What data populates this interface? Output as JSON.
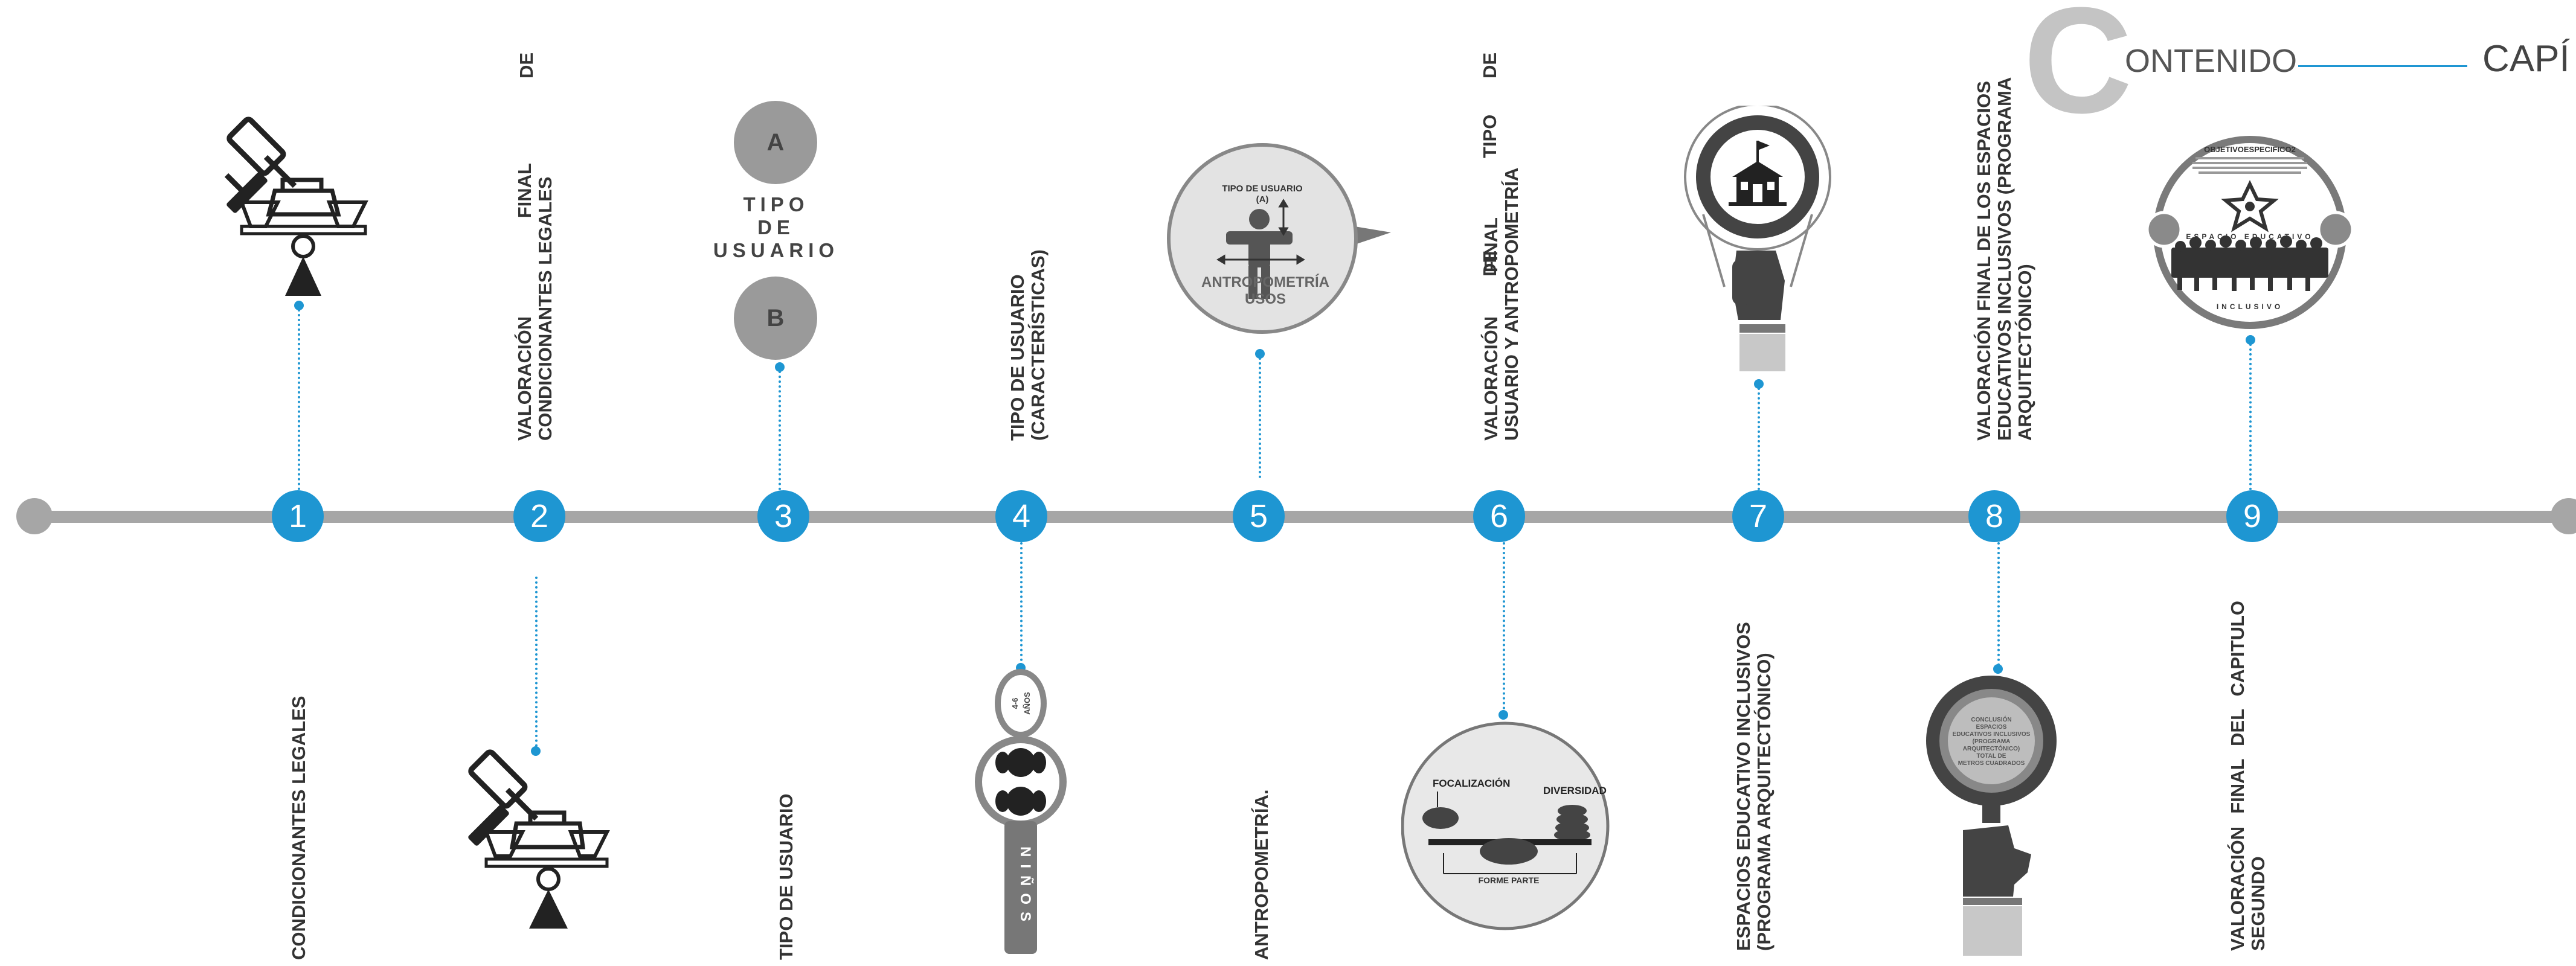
{
  "header": {
    "big_letter": "C",
    "title_rest": "ONTENIDO",
    "chapter": "CAPÍ"
  },
  "timeline": {
    "nodes": [
      "1",
      "2",
      "3",
      "4",
      "5",
      "6",
      "7",
      "8",
      "9"
    ]
  },
  "labels": {
    "n1_bottom": [
      "CONDICIONANTES LEGALES"
    ],
    "n2_top_word": "DE",
    "n2_top": [
      "VALORACIÓN FINAL",
      "CONDICIONANTES LEGALES"
    ],
    "n3_bottom": [
      "TIPO DE USUARIO"
    ],
    "n4_top": [
      "TIPO DE USUARIO",
      "(CARACTERÍSTICAS)"
    ],
    "n5_bottom": [
      "ANTROPOMETRÍA."
    ],
    "n6_top_words": [
      "DE",
      "TIPO",
      "DE"
    ],
    "n6_top": [
      "VALORACIÓN FINAL",
      "USUARIO Y ANTROPOMETRÍA"
    ],
    "n7_bottom": [
      "ESPACIOS EDUCATIVO INCLUSIVOS",
      "(PROGRAMA ARQUITECTÓNICO)"
    ],
    "n8_top": [
      "VALORACIÓN FINAL DE LOS ESPACIOS",
      "EDUCATIVOS INCLUSIVOS (PROGRAMA",
      "ARQUITECTÓNICO)"
    ],
    "n9_bottom": [
      "VALORACIÓN FINAL DEL CAPITULO",
      "SEGUNDO"
    ]
  },
  "icons": {
    "user_type": {
      "a": "A",
      "b": "B",
      "text": [
        "TIPO",
        "DE",
        "USUARIO"
      ]
    },
    "anthropometry": {
      "top": [
        "TIPO DE USUARIO",
        "(A)"
      ],
      "bottom": [
        "ANTROPOMETRÍA",
        "USOS"
      ]
    },
    "children": {
      "age": [
        "4-6",
        "AÑOS"
      ],
      "word": "NIÑOS"
    },
    "balance": {
      "left": "FOCALIZACIÓN",
      "right": "DIVERSIDAD",
      "bottom": "FORME PARTE"
    },
    "magnifier_text": [
      "CONCLUSIÓN",
      "ESPACIOS",
      "EDUCATIVOS INCLUSIVOS",
      "(PROGRAMA",
      "ARQUITECTÓNICO)",
      "TOTAL DE",
      "METROS CUADRADOS"
    ],
    "objective": {
      "title": "OBJETIVOESPECIFICO2",
      "ring_top": "ESPACIO EDUCATIVO",
      "ring_bottom": "INCLUSIVO"
    }
  },
  "colors": {
    "accent": "#1e96d2",
    "line": "#a6a6a6",
    "dark": "#333333",
    "gray": "#9a9a9a"
  }
}
